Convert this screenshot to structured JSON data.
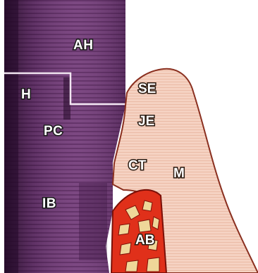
{
  "labels": {
    "ah": "AH",
    "h": "H",
    "pc": "PC",
    "ib": "IB",
    "se": "SE",
    "je": "JE",
    "ct": "CT",
    "m": "M",
    "ab": "AB"
  },
  "colors": {
    "tooth_purple": "#6b3a6f",
    "tooth_dark": "#2b0f2e",
    "tooth_light": "#a070a8",
    "gingiva": "#f3c9b4",
    "gingiva_edge": "#8a2f1f",
    "bone": "#e0301a",
    "bone_dark": "#7a1008"
  }
}
